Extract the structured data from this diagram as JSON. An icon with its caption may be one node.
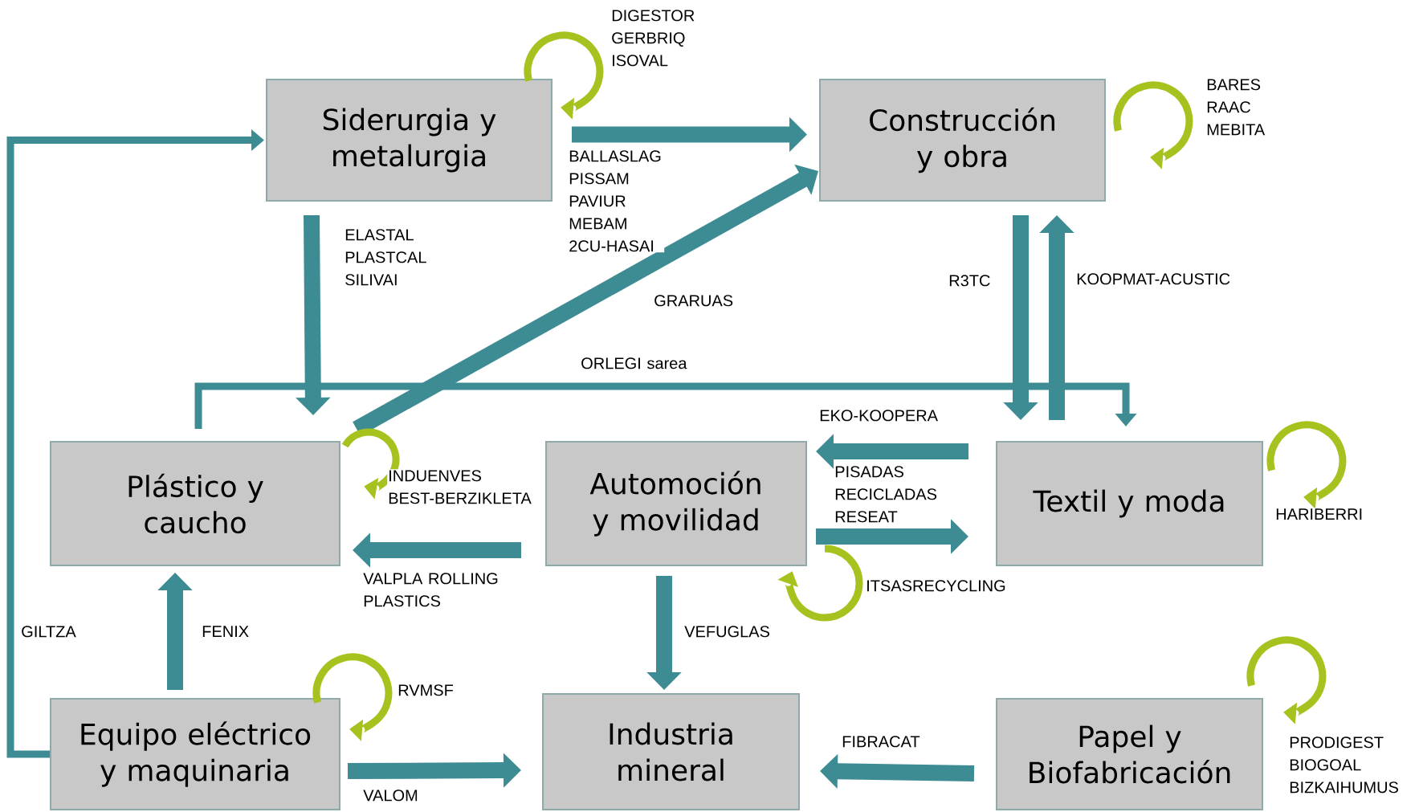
{
  "diagram": {
    "nodes": [
      {
        "text": [
          "Siderurgia y metalurgia"
        ]
      },
      {
        "text": [
          "Construcción y obra"
        ]
      },
      {
        "text": [
          "Plástico y caucho"
        ]
      },
      {
        "text": [
          "Automoción y movilidad"
        ]
      },
      {
        "text": [
          "Textil y moda"
        ]
      },
      {
        "text": [
          "Equipo eléctrico y maquinaria"
        ]
      },
      {
        "text": [
          "Industria mineral"
        ]
      },
      {
        "text": [
          "Papel y Biofabricación"
        ]
      }
    ],
    "edges": [
      {
        "from": 0,
        "to": 0,
        "arrow": "to",
        "label": "DIGESTOR GERBRIQ ISOVAL",
        "color": "#a5c21e"
      },
      {
        "from": 1,
        "to": 1,
        "arrow": "to",
        "label": "BARES RAAC MEBITA",
        "color": "#a5c21e"
      },
      {
        "from": 0,
        "to": 1,
        "arrow": "to",
        "label": "BALLASLAG PISSAM PAVIUR MEBAM 2CU-HASAI"
      },
      {
        "from": 0,
        "to": 2,
        "arrow": "to",
        "label": "ELASTAL PLASTCAL SILIVAI"
      },
      {
        "from": 2,
        "to": 1,
        "arrow": "to",
        "label": "GRARUAS"
      },
      {
        "from": 1,
        "to": 4,
        "arrow": "to",
        "label": "R3TC"
      },
      {
        "from": 4,
        "to": 1,
        "arrow": "to",
        "label": "KOOPMAT-ACUSTIC"
      },
      {
        "from": 2,
        "to": 4,
        "arrow": "to",
        "label": "ORLEGI sarea"
      },
      {
        "from": 4,
        "to": 3,
        "arrow": "to",
        "label": "EKO-KOOPERA"
      },
      {
        "from": 2,
        "to": 2,
        "arrow": "to",
        "label": "INDUENVES BEST-BERZIKLETA",
        "color": "#a5c21e"
      },
      {
        "from": 3,
        "to": 4,
        "arrow": "to",
        "label": "PISADAS RECICLADAS RESEAT"
      },
      {
        "from": 4,
        "to": 4,
        "arrow": "to",
        "label": "HARIBERRI",
        "color": "#a5c21e"
      },
      {
        "from": 3,
        "to": 2,
        "arrow": "to",
        "label": "VALPLA ROLLING PLASTICS"
      },
      {
        "from": 3,
        "to": 3,
        "arrow": "to",
        "label": "ITSASRECYCLING",
        "color": "#a5c21e"
      },
      {
        "from": 5,
        "to": 0,
        "arrow": "to",
        "label": "GILTZA"
      },
      {
        "from": 5,
        "to": 2,
        "arrow": "to",
        "label": "FENIX"
      },
      {
        "from": 3,
        "to": 6,
        "arrow": "to",
        "label": "VEFUGLAS"
      },
      {
        "from": 5,
        "to": 5,
        "arrow": "to",
        "label": "RVMSF",
        "color": "#a5c21e"
      },
      {
        "from": 7,
        "to": 7,
        "arrow": "to",
        "label": "PRODIGEST BIOGOAL BIZKAIHUMUS",
        "color": "#a5c21e"
      },
      {
        "from": 7,
        "to": 6,
        "arrow": "to",
        "label": "FIBRACAT"
      },
      {
        "from": 5,
        "to": 6,
        "arrow": "to",
        "label": "VALOM"
      }
    ]
  }
}
